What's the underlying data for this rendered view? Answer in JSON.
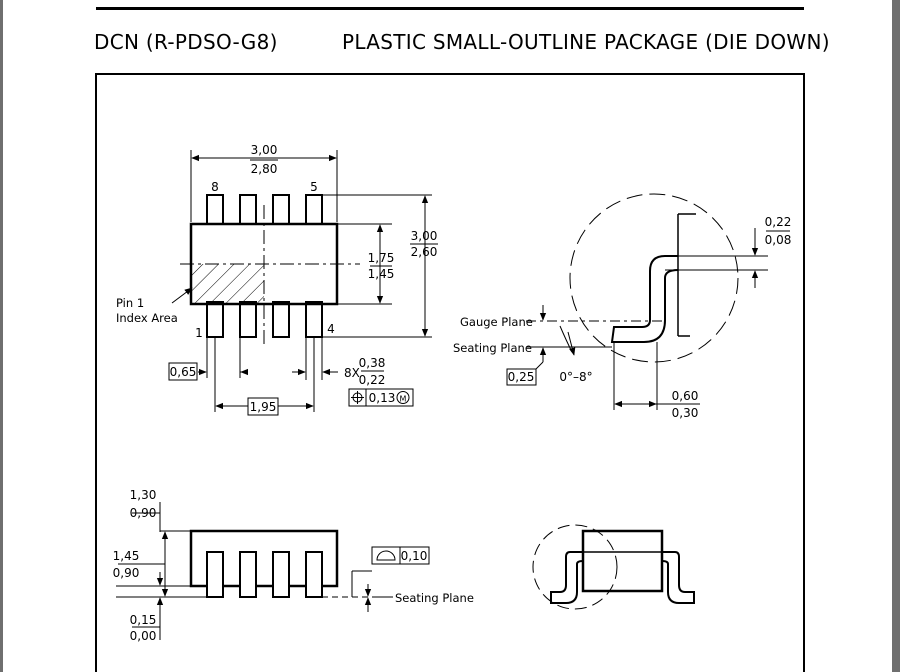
{
  "header": {
    "package_code": "DCN (R-PDSO-G8)",
    "package_name": "PLASTIC SMALL-OUTLINE PACKAGE (DIE DOWN)"
  },
  "top_view": {
    "width_max": "3,00",
    "width_min": "2,80",
    "pin_8": "8",
    "pin_5": "5",
    "pin_1": "1",
    "pin_4": "4",
    "body_max": "1,75",
    "body_min": "1,45",
    "total_max": "3,00",
    "total_min": "2,60",
    "pin1_label_line1": "Pin 1",
    "pin1_label_line2": "Index Area",
    "pitch": "0,65",
    "pin_span": "1,95",
    "lead_count": "8X",
    "lead_width_max": "0,38",
    "lead_width_min": "0,22",
    "position_tol": "0,13",
    "position_modifier": "M"
  },
  "detail_view": {
    "lead_thk_max": "0,22",
    "lead_thk_min": "0,08",
    "gauge_plane": "Gauge Plane",
    "seating_plane": "Seating Plane",
    "gauge_dim": "0,25",
    "angle": "0°–8°",
    "foot_max": "0,60",
    "foot_min": "0,30"
  },
  "side_view": {
    "height_max": "1,30",
    "height_min": "0,90",
    "total_max": "1,45",
    "total_min": "0,90",
    "standoff_max": "0,15",
    "standoff_min": "0,00",
    "flatness": "0,10",
    "seating_plane": "Seating Plane"
  }
}
